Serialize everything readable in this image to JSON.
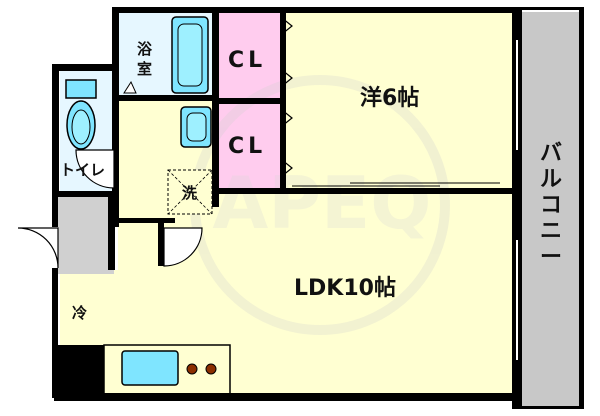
{
  "rooms": {
    "western": "洋6帖",
    "ldk": "LDK10帖",
    "closet_top": "CL",
    "closet_bottom": "CL",
    "bath": [
      "浴",
      "室"
    ],
    "toilet": "トイレ",
    "washer": "洗",
    "fridge": "冷",
    "balcony": [
      "バ",
      "ル",
      "コ",
      "ニ",
      "ー"
    ]
  },
  "watermark": "APEQ",
  "colors": {
    "room_floor": "#FFFFD2",
    "closet": "#FFCCEE",
    "bath": "#E6F7FF",
    "fixture": "#7FE5FF",
    "balcony": "#C8C8C8",
    "entry": "#D0D0D0",
    "wall": "#000000"
  }
}
